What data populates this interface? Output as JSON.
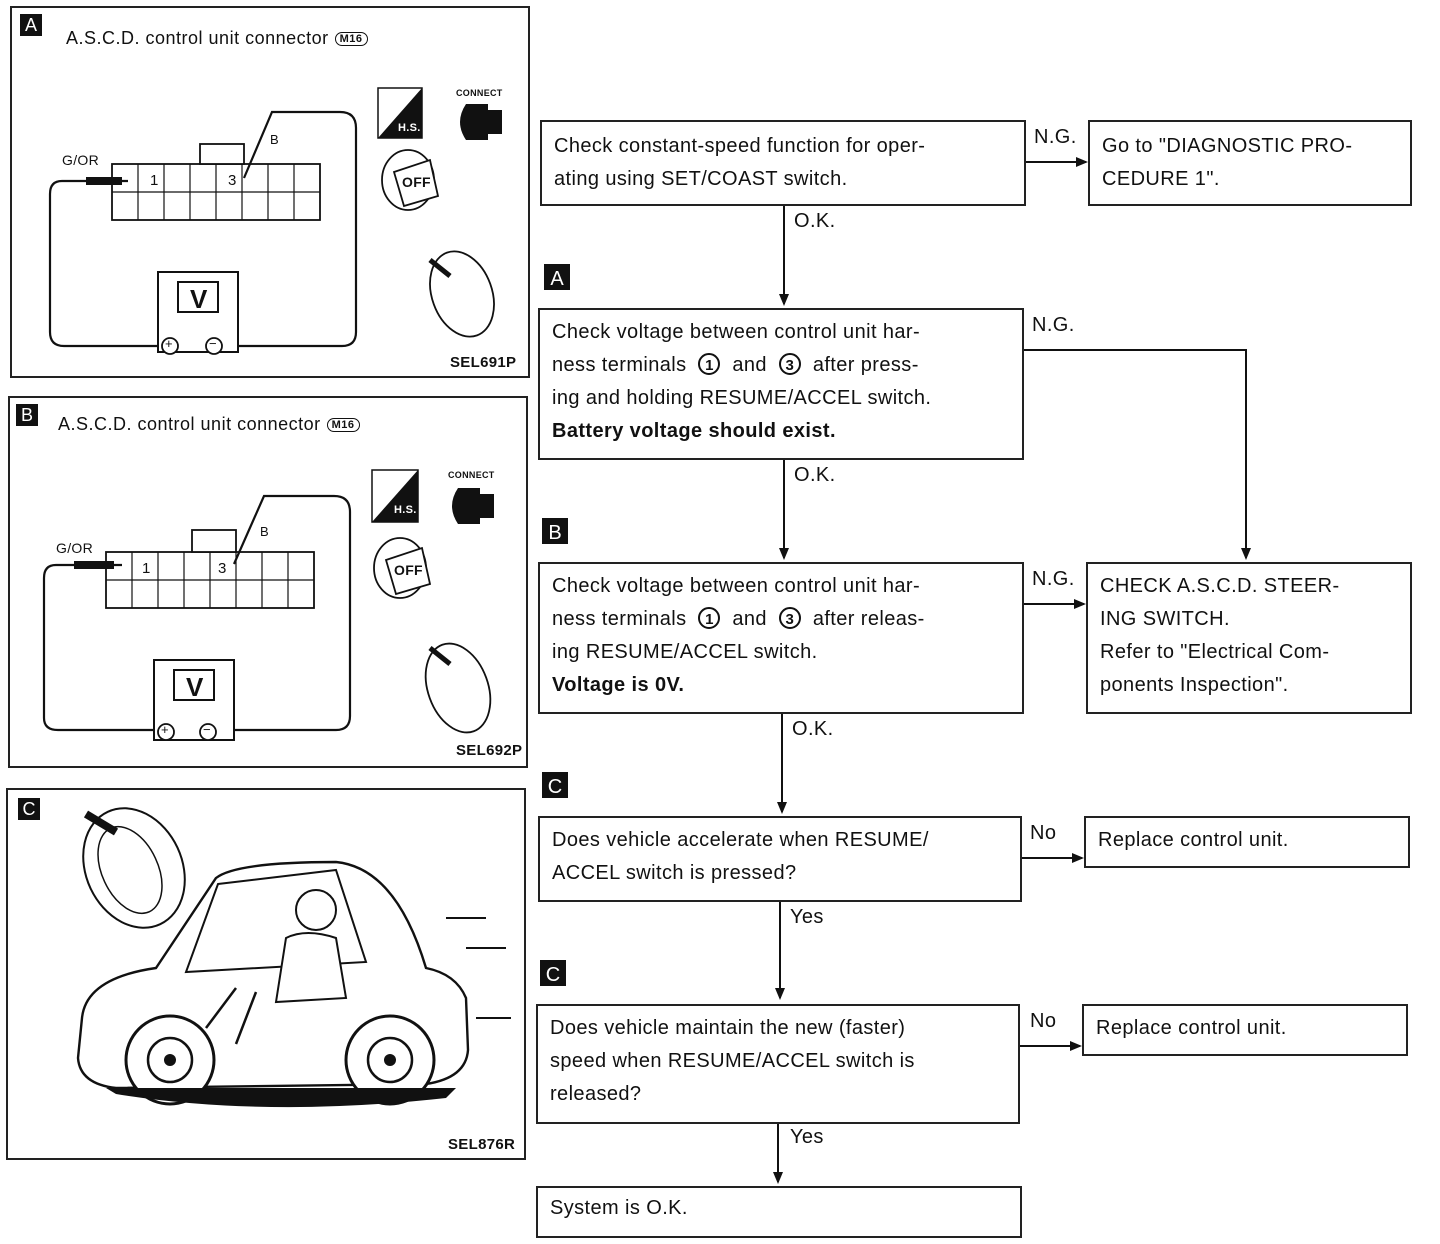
{
  "panels": [
    {
      "tag": "A",
      "title": "A.S.C.D. control unit connector",
      "connector": "M16",
      "wire_left": "G/OR",
      "wire_right": "B",
      "pin1": "1",
      "pin3": "3",
      "meter": "V",
      "plus": "+",
      "minus": "−",
      "connect": "CONNECT",
      "hs": "H.S.",
      "off": "OFF",
      "code": "SEL691P"
    },
    {
      "tag": "B",
      "title": "A.S.C.D. control unit connector",
      "connector": "M16",
      "wire_left": "G/OR",
      "wire_right": "B",
      "pin1": "1",
      "pin3": "3",
      "meter": "V",
      "plus": "+",
      "minus": "−",
      "connect": "CONNECT",
      "hs": "H.S.",
      "off": "OFF",
      "code": "SEL692P"
    },
    {
      "tag": "C",
      "code": "SEL876R"
    }
  ],
  "flow": {
    "step1": {
      "lines": [
        "Check constant-speed function for oper-",
        "ating using SET/COAST switch."
      ]
    },
    "go_diag": {
      "lines": [
        "Go to \"DIAGNOSTIC PRO-",
        "CEDURE 1\"."
      ]
    },
    "step2_tag": "A",
    "step2": {
      "l1": "Check voltage between control unit har-",
      "l2a": "ness terminals",
      "t1": "1",
      "and": "and",
      "t3": "3",
      "l2b": "after press-",
      "l3": "ing and holding RESUME/ACCEL switch.",
      "bold": "Battery voltage should exist."
    },
    "step3_tag": "B",
    "step3": {
      "l1": "Check voltage between control unit har-",
      "l2a": "ness terminals",
      "t1": "1",
      "and": "and",
      "t3": "3",
      "l2b": "after releas-",
      "l3": "ing RESUME/ACCEL switch.",
      "bold": "Voltage is 0V."
    },
    "check_switch": {
      "lines": [
        "CHECK A.S.C.D. STEER-",
        "ING SWITCH.",
        "Refer to \"Electrical Com-",
        "ponents Inspection\"."
      ]
    },
    "step4_tag": "C",
    "step4": {
      "lines": [
        "Does vehicle accelerate when RESUME/",
        "ACCEL switch is pressed?"
      ]
    },
    "replace1": "Replace control unit.",
    "step5_tag": "C",
    "step5": {
      "lines": [
        "Does vehicle maintain the new (faster)",
        "speed when RESUME/ACCEL switch is",
        "released?"
      ]
    },
    "replace2": "Replace control unit.",
    "final": "System is O.K.",
    "labels": {
      "ng1": "N.G.",
      "ok1": "O.K.",
      "ng2": "N.G.",
      "ok2": "O.K.",
      "ng3": "N.G.",
      "ok3": "O.K.",
      "no1": "No",
      "yes1": "Yes",
      "no2": "No",
      "yes2": "Yes"
    }
  }
}
